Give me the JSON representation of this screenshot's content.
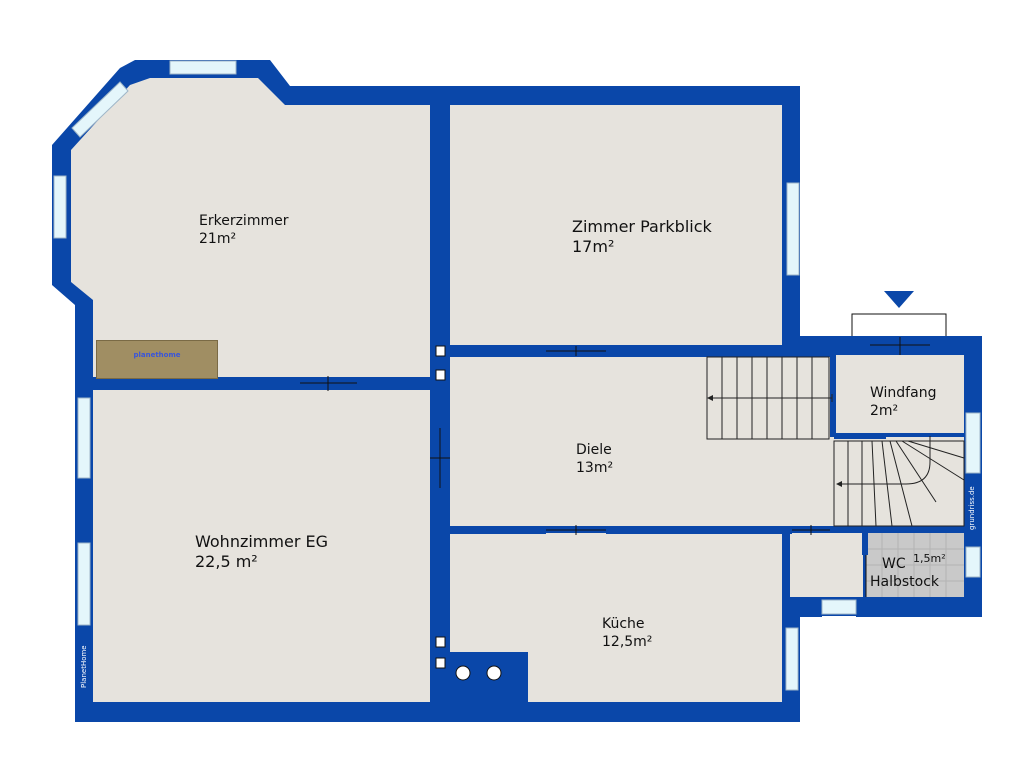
{
  "colors": {
    "wall": "#0a47a9",
    "floor": "#e6e3dd",
    "window_glass": "#e4f6fb",
    "stair_line": "#222222",
    "wc_tile": "#c9c9c9"
  },
  "rooms": [
    {
      "name": "Erkerzimmer",
      "area": "21m²"
    },
    {
      "name": "Zimmer Parkblick",
      "area": "17m²"
    },
    {
      "name": "Windfang",
      "area": "2m²"
    },
    {
      "name": "Diele",
      "area": "13m²"
    },
    {
      "name": "Wohnzimmer EG",
      "area": "22,5 m²"
    },
    {
      "name": "Küche",
      "area": "12,5m²"
    },
    {
      "name": "WC\nHalbstock",
      "area": "1,5m²"
    }
  ],
  "wc": {
    "line1": "WC",
    "line2": "Halbstock",
    "area": "1,5m²"
  },
  "watermark_left": "PlanetHome",
  "watermark_right": "grundriss.de",
  "logo": {
    "brand": "planethome",
    "icon": "planethome-logo"
  },
  "entrance_marker": {
    "icon": "entrance-arrow-icon"
  }
}
